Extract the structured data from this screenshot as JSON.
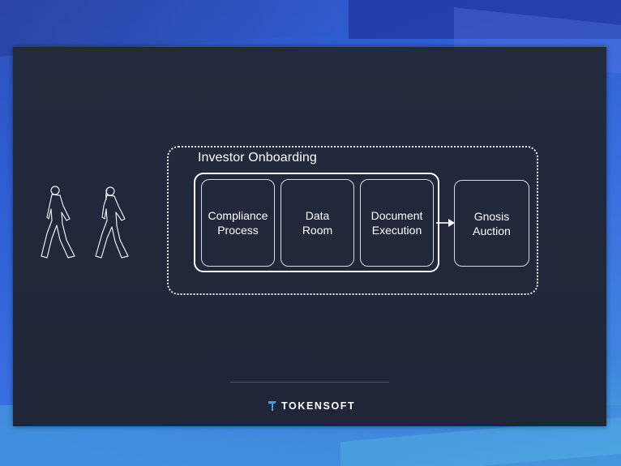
{
  "diagram": {
    "section_title": "Investor Onboarding",
    "steps": [
      {
        "label": "Compliance\nProcess"
      },
      {
        "label": "Data\nRoom"
      },
      {
        "label": "Document\nExecution"
      }
    ],
    "destination": {
      "label": "Gnosis\nAuction"
    },
    "icons": [
      "walking-man-icon",
      "walking-woman-icon",
      "arrow-right-icon"
    ]
  },
  "footer": {
    "brand_name": "TOKENSOFT",
    "brand_icon": "tokensoft-logo-icon"
  },
  "colors": {
    "slide_background": "#222839",
    "outline": "#ffffff",
    "backdrop_blue": "#2f5fd6",
    "backdrop_cyan": "#49a6dc",
    "brand_accent": "#3fa0e0"
  }
}
